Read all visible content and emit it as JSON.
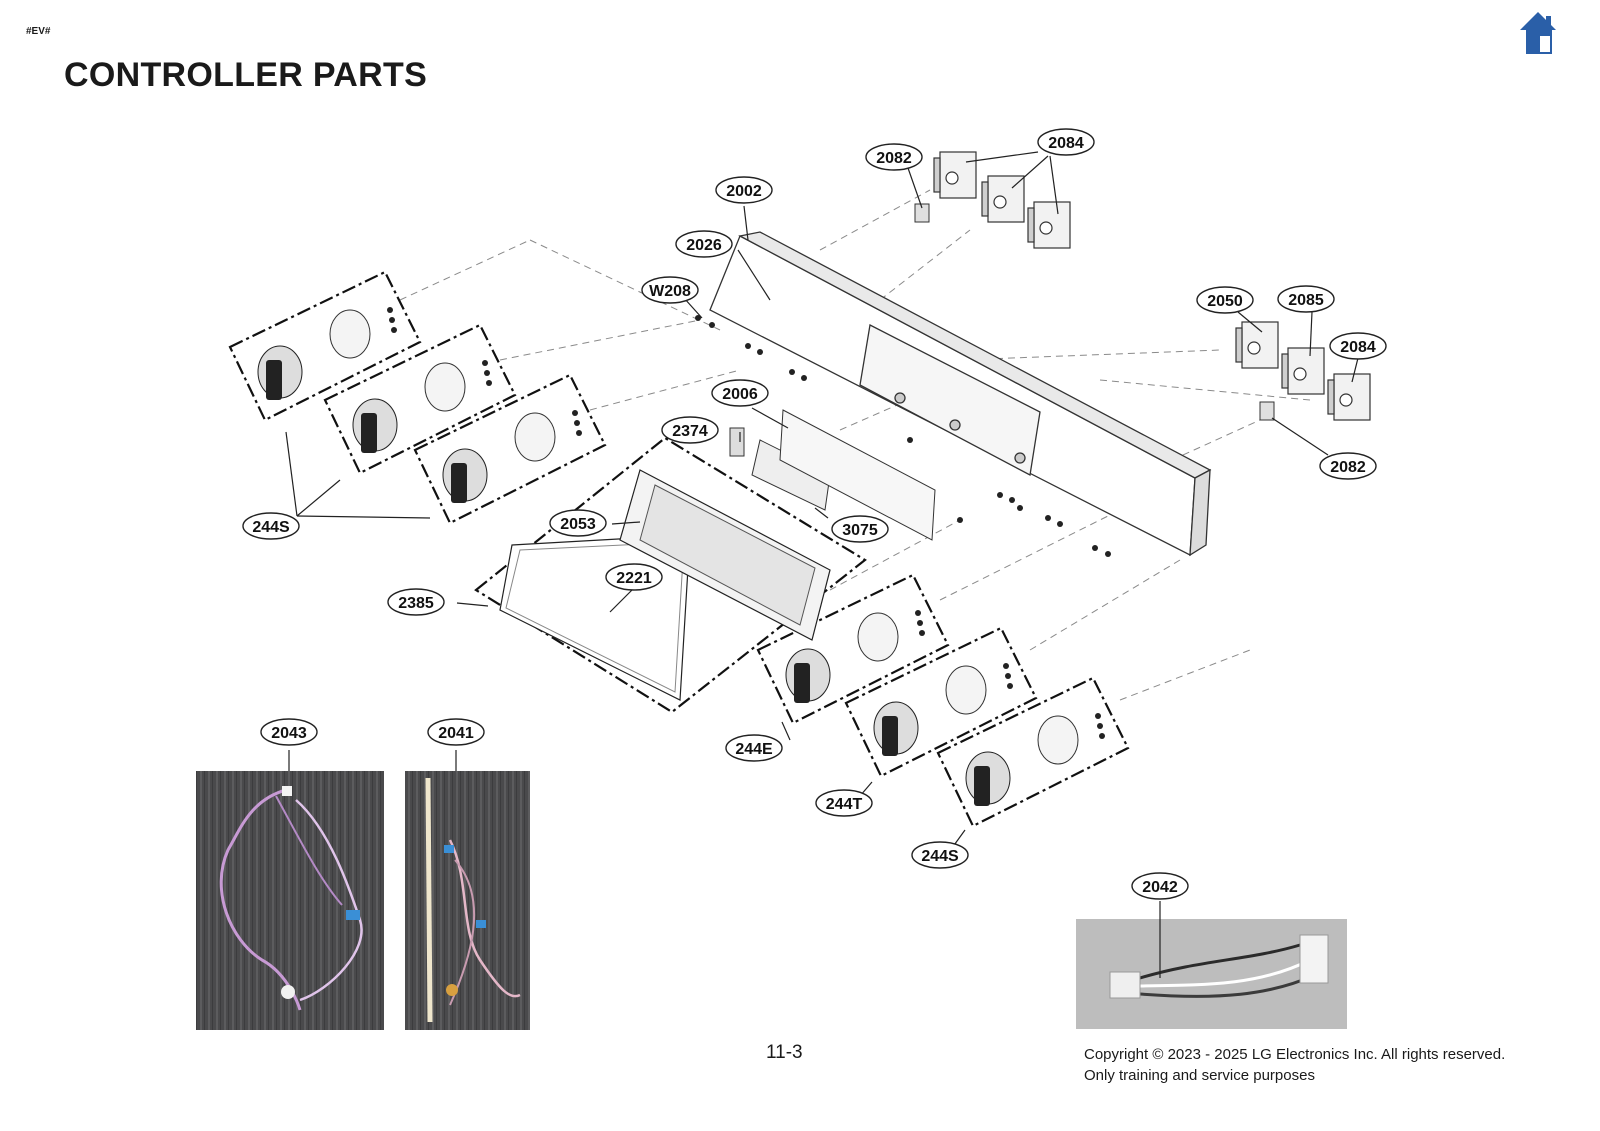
{
  "header": {
    "tag": "#EV#",
    "title": "CONTROLLER PARTS"
  },
  "nav": {
    "home_icon": "home-icon",
    "home_color": "#2a5fa8"
  },
  "callouts": {
    "c2082a": "2082",
    "c2084a": "2084",
    "c2002": "2002",
    "c2026": "2026",
    "cW208": "W208",
    "c2050": "2050",
    "c2085": "2085",
    "c2084b": "2084",
    "c2006": "2006",
    "c2374": "2374",
    "c2082b": "2082",
    "c244Sa": "244S",
    "c2053": "2053",
    "c3075": "3075",
    "c2221": "2221",
    "c2385": "2385",
    "c2043": "2043",
    "c2041": "2041",
    "c244E": "244E",
    "c244T": "244T",
    "c244Sb": "244S",
    "c2042": "2042"
  },
  "footer": {
    "page_number": "11-3",
    "copyright_line1": "Copyright © 2023 - 2025 LG Electronics Inc. All rights reserved.",
    "copyright_line2": "Only training and service purposes"
  }
}
